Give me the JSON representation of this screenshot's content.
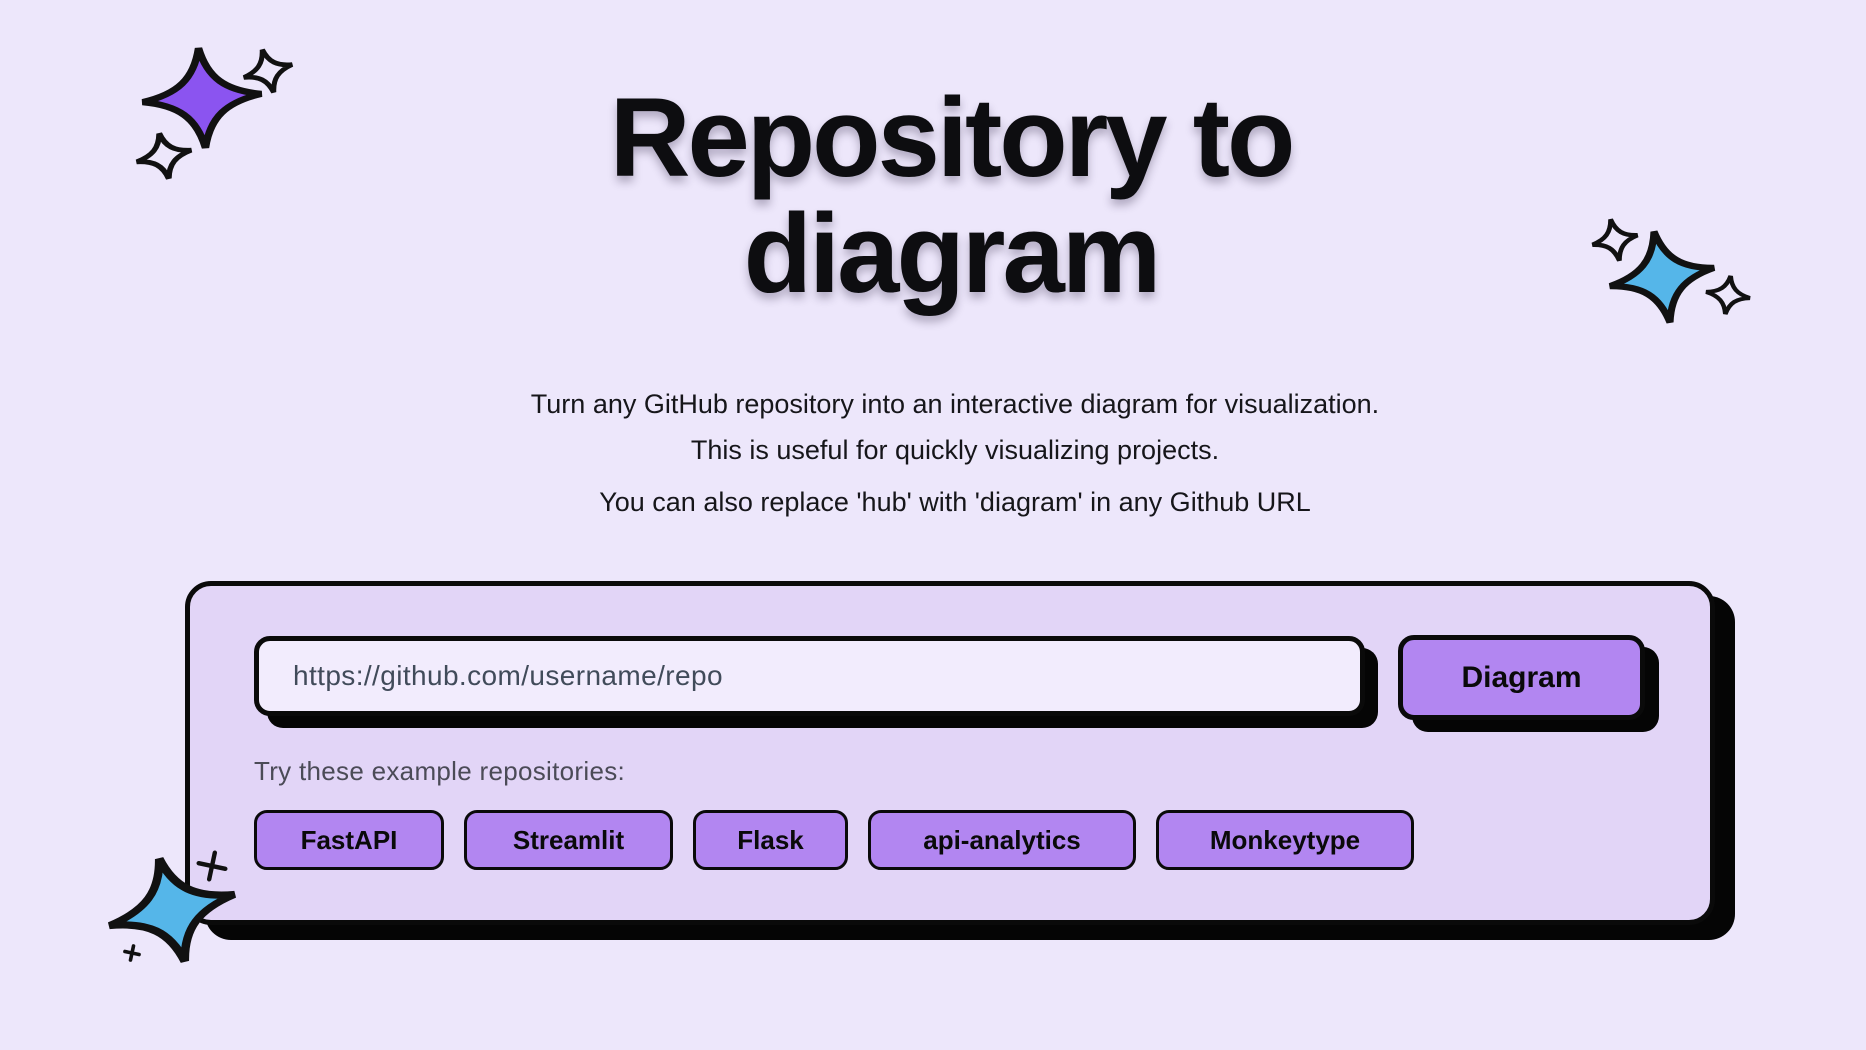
{
  "header": {
    "title_line1": "Repository to",
    "title_line2": "diagram"
  },
  "intro": {
    "line1": "Turn any GitHub repository into an interactive diagram for visualization.",
    "line2": "This is useful for quickly visualizing projects.",
    "line3": "You can also replace 'hub' with 'diagram' in any Github URL"
  },
  "form": {
    "url_value": "",
    "url_placeholder": "https://github.com/username/repo",
    "submit_label": "Diagram",
    "examples_label": "Try these example repositories:",
    "examples": [
      "FastAPI",
      "Streamlit",
      "Flask",
      "api-analytics",
      "Monkeytype"
    ]
  },
  "decorations": {
    "top_left": "purple-sparkle-cluster",
    "top_right": "blue-sparkle-cluster",
    "bottom_left": "blue-sparkle-with-plus-marks"
  },
  "colors": {
    "page_background": "#EDE7FB",
    "card_background": "#E2D5F7",
    "input_background": "#F2ECFD",
    "accent_purple": "#B286F1",
    "sparkle_purple": "#8B54F0",
    "sparkle_blue": "#55B6E9",
    "border_black": "#0A0A0A",
    "muted_text": "#4B4B57",
    "placeholder_text": "#414B5A"
  }
}
